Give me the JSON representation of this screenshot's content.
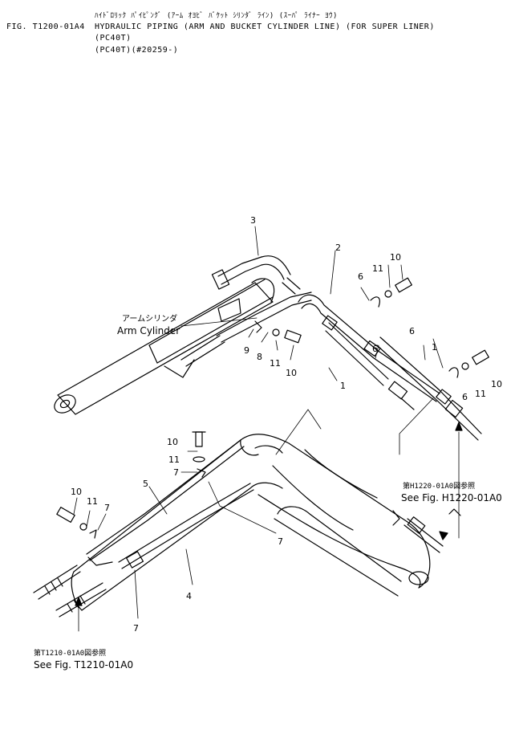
{
  "header": {
    "fig_no": "FIG. T1200-01A4",
    "line_kana": "ﾊｲﾄﾞﾛﾘｯｸ ﾊﾟｲﾋﾟﾝｸﾞ (ｱｰﾑ ｵﾖﾋﾞ ﾊﾞｹｯﾄ ｼﾘﾝﾀﾞ ﾗｲﾝ) (ｽｰﾊﾟ ﾗｲﾅｰ ﾖｳ)",
    "line_en": "HYDRAULIC PIPING (ARM AND BUCKET CYLINDER LINE) (FOR SUPER LINER)",
    "line_model": "(PC40T)",
    "line_serial": "(PC40T)(#20259-)"
  },
  "labels": {
    "arm_cyl_jp": "アームシリンダ",
    "arm_cyl_en": "Arm Cylinder",
    "ref1_jp": "第H1220-01A0図参照",
    "ref1_en": "See Fig. H1220-01A0",
    "ref2_jp": "第T1210-01A0図参照",
    "ref2_en": "See Fig. T1210-01A0"
  },
  "callouts": {
    "c1": "1",
    "c1b": "1",
    "c2": "2",
    "c3": "3",
    "c4": "4",
    "c5": "5",
    "c6a": "6",
    "c6b": "6",
    "c6c": "6",
    "c6d": "6",
    "c7a": "7",
    "c7b": "7",
    "c7c": "7",
    "c7d": "7",
    "c8": "8",
    "c9": "9",
    "c10a": "10",
    "c10b": "10",
    "c10c": "10",
    "c10d": "10",
    "c10e": "10",
    "c11a": "11",
    "c11b": "11",
    "c11c": "11",
    "c11d": "11",
    "c11e": "11"
  }
}
